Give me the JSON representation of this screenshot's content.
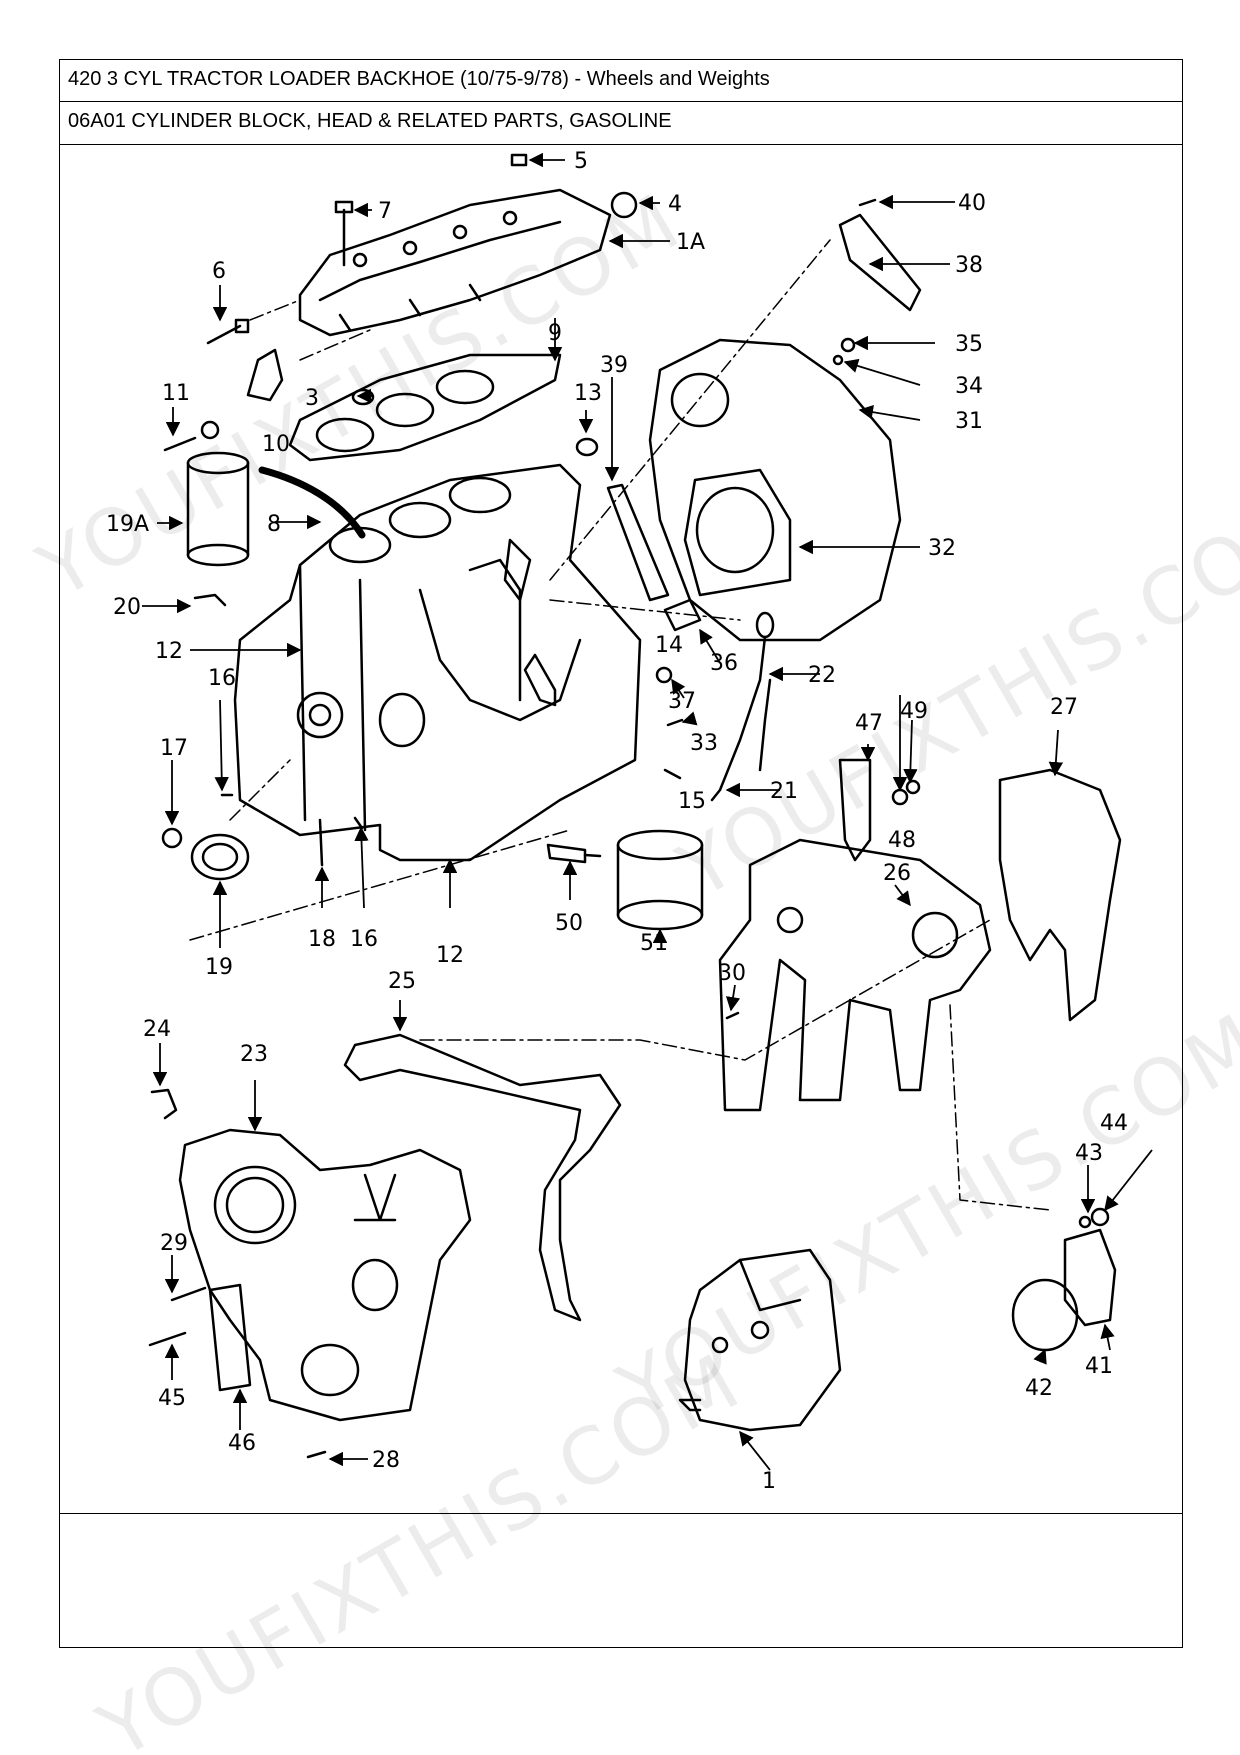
{
  "header": {
    "title": "420 3 CYL TRACTOR LOADER BACKHOE (10/75-9/78) - Wheels and Weights",
    "subtitle": "06A01 CYLINDER BLOCK, HEAD & RELATED PARTS, GASOLINE"
  },
  "watermark": "YOUFIXTHIS.COM",
  "callouts": {
    "c1": "1",
    "c1a": "1A",
    "c3": "3",
    "c4": "4",
    "c5": "5",
    "c6": "6",
    "c7": "7",
    "c8": "8",
    "c9": "9",
    "c10": "10",
    "c11": "11",
    "c12a": "12",
    "c12b": "12",
    "c13": "13",
    "c14": "14",
    "c15": "15",
    "c16a": "16",
    "c16b": "16",
    "c17": "17",
    "c18": "18",
    "c19": "19",
    "c19a": "19A",
    "c20": "20",
    "c21": "21",
    "c22": "22",
    "c23": "23",
    "c24": "24",
    "c25": "25",
    "c26": "26",
    "c27": "27",
    "c28": "28",
    "c29": "29",
    "c30": "30",
    "c31": "31",
    "c32": "32",
    "c33": "33",
    "c34": "34",
    "c35": "35",
    "c36": "36",
    "c37": "37",
    "c38": "38",
    "c39": "39",
    "c40": "40",
    "c41": "41",
    "c42": "42",
    "c43": "43",
    "c44": "44",
    "c45": "45",
    "c46": "46",
    "c47": "47",
    "c48": "48",
    "c49": "49",
    "c50": "50",
    "c51": "51"
  }
}
